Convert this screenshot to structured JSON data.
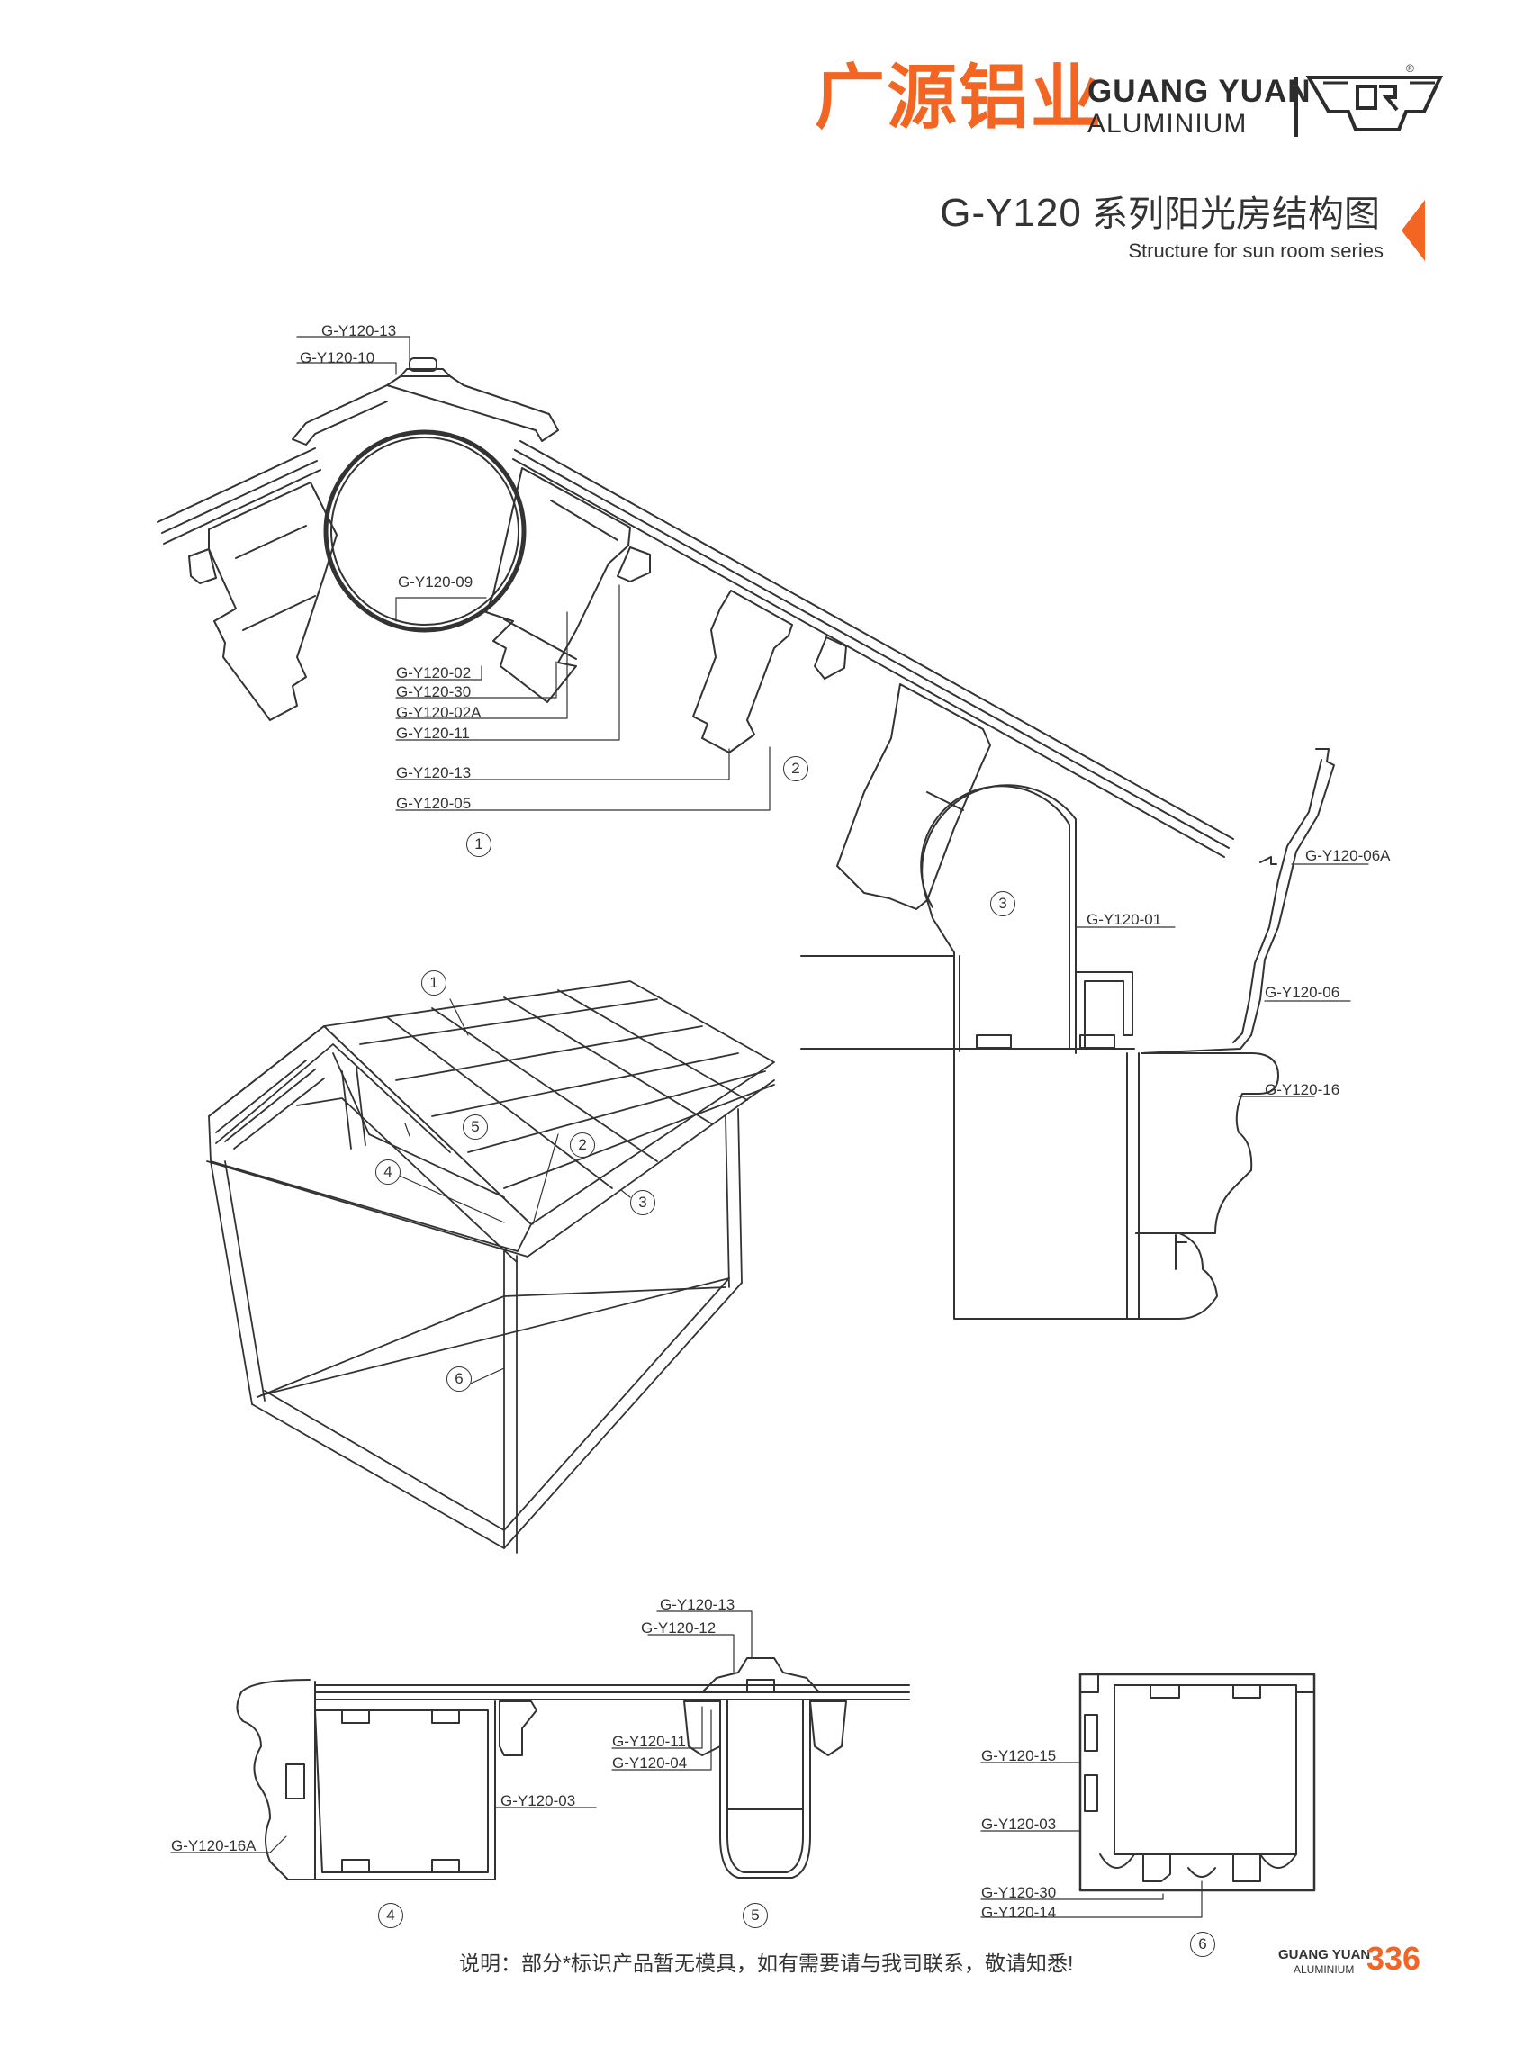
{
  "header": {
    "brand_cn": "广源铝业",
    "brand_en_line1": "GUANG YUAN",
    "brand_en_line2": "ALUMINIUM",
    "logo_icon": "gr-logo-icon",
    "registered_mark": "®",
    "title_code": "G-Y120",
    "title_cn": "系列阳光房结构图",
    "title_en": "Structure for sun room series"
  },
  "colors": {
    "accent": "#f26522",
    "text": "#333333",
    "line": "#333333"
  },
  "section1": {
    "labels": [
      "G-Y120-13",
      "G-Y120-10",
      "G-Y120-09",
      "G-Y120-02",
      "G-Y120-30",
      "G-Y120-02A",
      "G-Y120-11",
      "G-Y120-13",
      "G-Y120-05"
    ],
    "marker": "1",
    "marker_2": "2"
  },
  "section3": {
    "marker": "3",
    "labels": [
      "G-Y120-06A",
      "G-Y120-01",
      "G-Y120-06",
      "G-Y120-16"
    ]
  },
  "iso_view": {
    "markers": [
      "1",
      "5",
      "2",
      "4",
      "3",
      "6"
    ]
  },
  "section4": {
    "marker": "4",
    "labels": [
      "G-Y120-03",
      "G-Y120-16A"
    ]
  },
  "section5": {
    "marker": "5",
    "labels": [
      "G-Y120-13",
      "G-Y120-12",
      "G-Y120-11",
      "G-Y120-04"
    ]
  },
  "section6": {
    "marker": "6",
    "labels": [
      "G-Y120-15",
      "G-Y120-03",
      "G-Y120-30",
      "G-Y120-14"
    ]
  },
  "footer": {
    "note": "说明：部分*标识产品暂无模具，如有需要请与我司联系，敬请知悉!",
    "brand_line1": "GUANG YUAN",
    "brand_line2": "ALUMINIUM",
    "page_number": "336"
  }
}
